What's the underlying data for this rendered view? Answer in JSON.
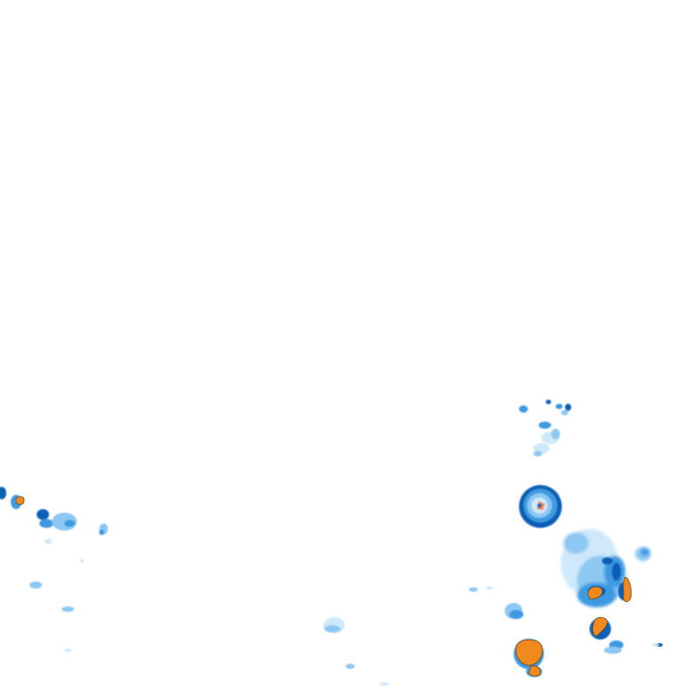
{
  "map": {
    "type": "weather-radar-precipitation-overlay",
    "background_color": "#ffffff",
    "intensity_palette": {
      "very_light": "#cfe8fb",
      "light": "#8cc8f2",
      "moderate": "#3d9ae0",
      "heavy": "#0a5fb5",
      "very_heavy": "#f08a1c",
      "outline": "#6a4a2a"
    },
    "cells": [
      {
        "name": "cell-top-cluster",
        "intensity": "moderate"
      },
      {
        "name": "cell-mid-ring",
        "intensity": "heavy"
      },
      {
        "name": "cell-right-complex",
        "intensity": "very_heavy"
      },
      {
        "name": "cell-bottom-core",
        "intensity": "very_heavy"
      },
      {
        "name": "cell-left-cluster",
        "intensity": "moderate"
      },
      {
        "name": "cell-scattered-light",
        "intensity": "light"
      }
    ]
  }
}
